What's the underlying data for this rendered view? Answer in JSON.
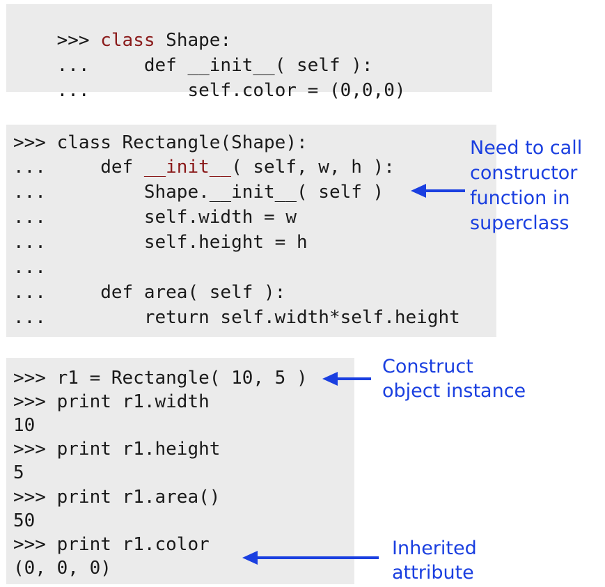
{
  "block1": {
    "lines": [
      {
        "prompt": ">>> ",
        "keyword": "class",
        "text": " Shape:"
      },
      {
        "prompt": "...     ",
        "keyword": "",
        "text": "def __init__( self ):"
      },
      {
        "prompt": "...         ",
        "keyword": "",
        "text": "self.color = (0,0,0)"
      }
    ]
  },
  "block2": {
    "lines": [
      {
        "prompt": ">>> class Rectangle(Shape):",
        "keyword": "",
        "text": ""
      },
      {
        "prompt": "...     def ",
        "keyword": "__init__",
        "text": "( self, w, h ):"
      },
      {
        "prompt": "...         Shape.__init__( self )",
        "keyword": "",
        "text": ""
      },
      {
        "prompt": "...         self.width = w",
        "keyword": "",
        "text": ""
      },
      {
        "prompt": "...         self.height = h",
        "keyword": "",
        "text": ""
      },
      {
        "prompt": "...",
        "keyword": "",
        "text": ""
      },
      {
        "prompt": "...     def area( self ):",
        "keyword": "",
        "text": ""
      },
      {
        "prompt": "...         return self.width*self.height",
        "keyword": "",
        "text": ""
      }
    ]
  },
  "block3": {
    "lines": [
      {
        "prompt": ">>> r1 = Rectangle( 10, 5 )",
        "keyword": "",
        "text": ""
      },
      {
        "prompt": ">>> print r1.width",
        "keyword": "",
        "text": ""
      },
      {
        "prompt": "10",
        "keyword": "",
        "text": ""
      },
      {
        "prompt": ">>> print r1.height",
        "keyword": "",
        "text": ""
      },
      {
        "prompt": "5",
        "keyword": "",
        "text": ""
      },
      {
        "prompt": ">>> print r1.area()",
        "keyword": "",
        "text": ""
      },
      {
        "prompt": "50",
        "keyword": "",
        "text": ""
      },
      {
        "prompt": ">>> print r1.color",
        "keyword": "",
        "text": ""
      },
      {
        "prompt": "(0, 0, 0)",
        "keyword": "",
        "text": ""
      }
    ]
  },
  "annotations": {
    "superclass_note": [
      "Need to call",
      "constructor",
      "function in",
      "superclass"
    ],
    "construct_note": [
      "Construct",
      "object instance"
    ],
    "inherited_note": [
      "Inherited",
      "attribute"
    ]
  },
  "colors": {
    "keyword": "#8a1a1a",
    "annotation": "#1a3fe0",
    "block_bg": "#ebebeb"
  }
}
